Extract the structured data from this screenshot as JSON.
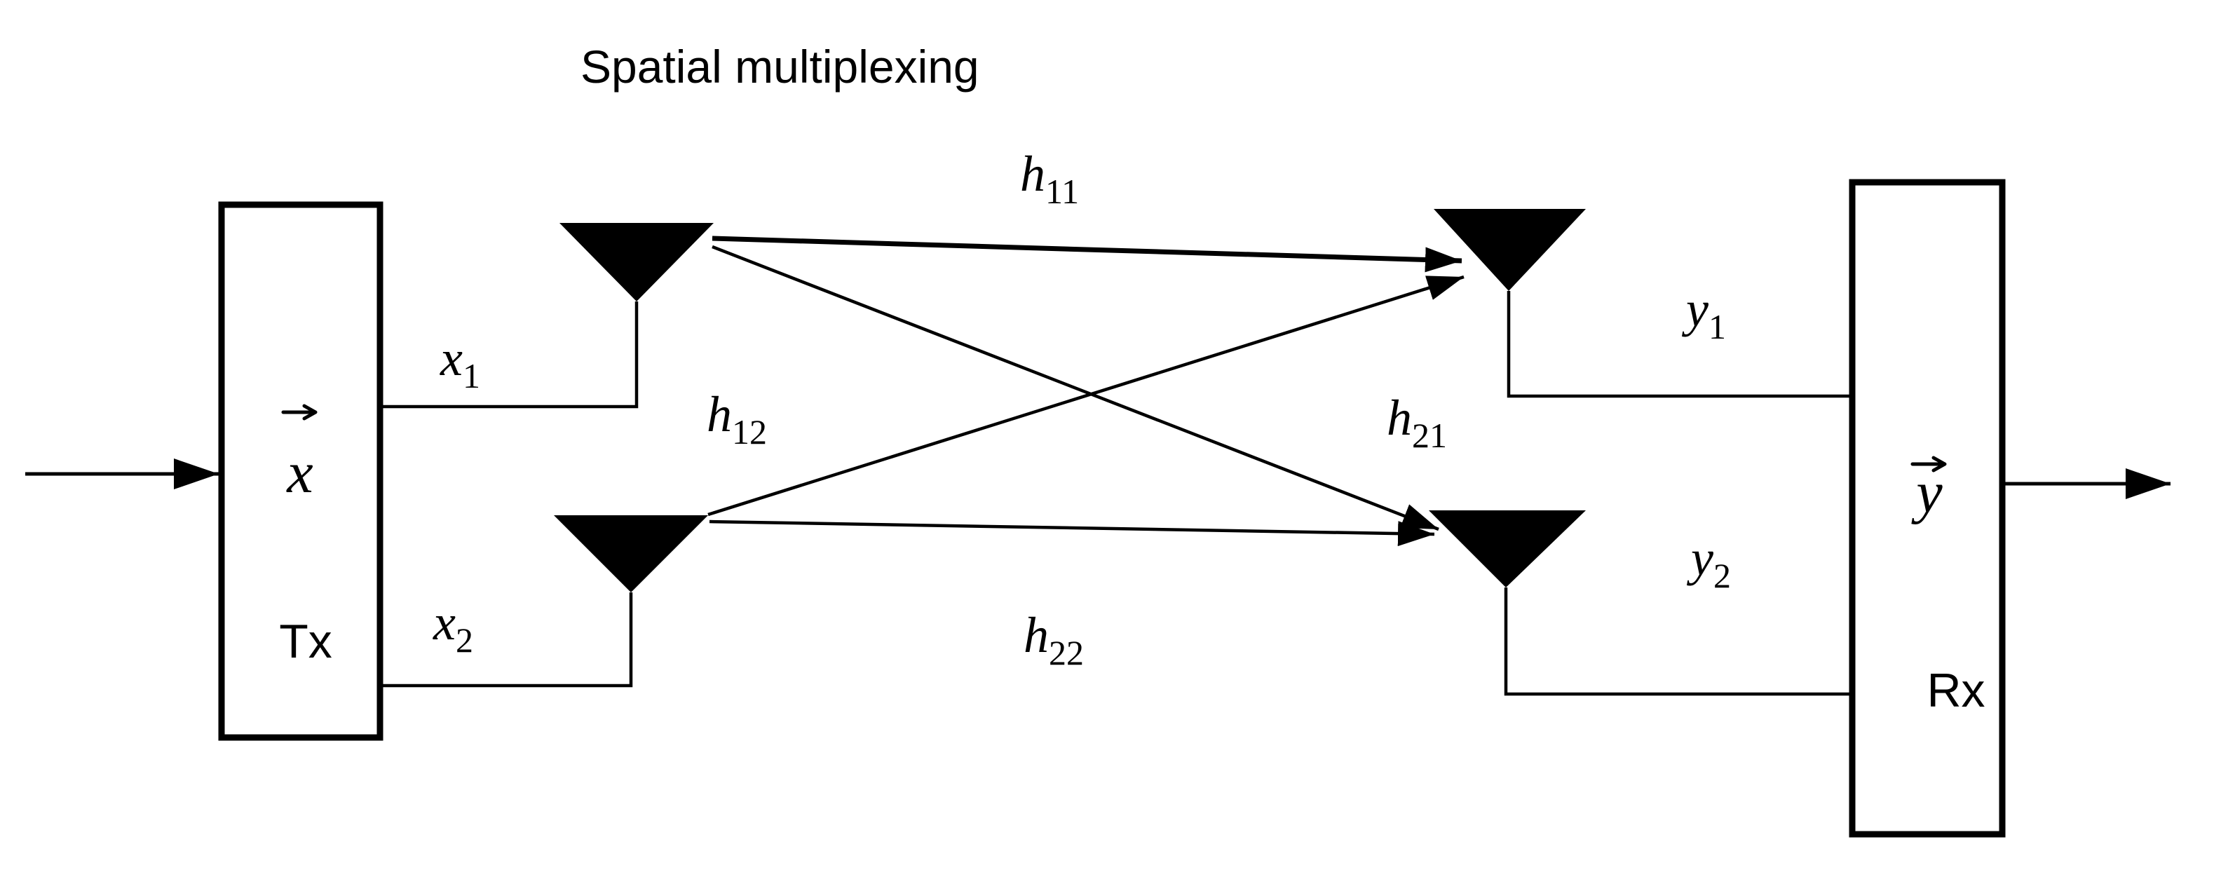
{
  "title": "Spatial multiplexing",
  "colors": {
    "ink": "#000000",
    "background": "#ffffff"
  },
  "transmitter": {
    "block_label": "Tx",
    "vector_symbol": "x"
  },
  "receiver": {
    "block_label": "Rx",
    "vector_symbol": "y"
  },
  "signals": {
    "x1": {
      "base": "x",
      "sub": "1"
    },
    "x2": {
      "base": "x",
      "sub": "2"
    },
    "y1": {
      "base": "y",
      "sub": "1"
    },
    "y2": {
      "base": "y",
      "sub": "2"
    }
  },
  "channels": {
    "h11": {
      "base": "h",
      "sub": "11"
    },
    "h12": {
      "base": "h",
      "sub": "12"
    },
    "h21": {
      "base": "h",
      "sub": "21"
    },
    "h22": {
      "base": "h",
      "sub": "22"
    }
  }
}
